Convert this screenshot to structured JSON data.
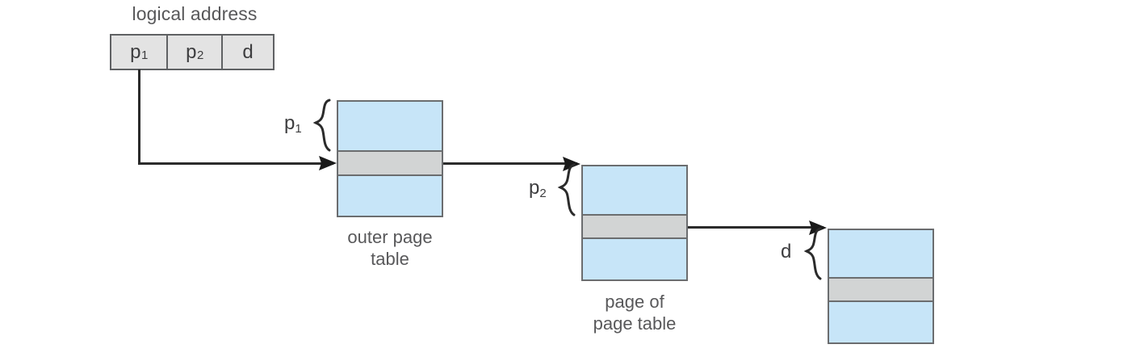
{
  "diagram": {
    "title": "two-level paging address translation",
    "logical_address": {
      "caption": "logical address",
      "fields": [
        {
          "name": "p1",
          "label": "p",
          "subscript": "1"
        },
        {
          "name": "p2",
          "label": "p",
          "subscript": "2"
        },
        {
          "name": "d",
          "label": "d",
          "subscript": ""
        }
      ]
    },
    "blocks": [
      {
        "id": "outer-page-table",
        "caption": "outer page\ntable",
        "index_label": "p",
        "index_subscript": "1",
        "bands": [
          "entries",
          "selected-entry",
          "entries"
        ]
      },
      {
        "id": "page-of-page-table",
        "caption": "page of\npage table",
        "index_label": "p",
        "index_subscript": "2",
        "bands": [
          "entries",
          "selected-entry",
          "entries"
        ]
      },
      {
        "id": "memory-frame",
        "caption": "",
        "index_label": "d",
        "index_subscript": "",
        "bands": [
          "entries",
          "selected-entry",
          "entries"
        ]
      }
    ],
    "colors": {
      "block_fill": "#c7e5f8",
      "selected_band_fill": "#d2d4d4",
      "block_border": "#6b6d6f",
      "address_cell_fill": "#e3e3e3",
      "address_cell_border": "#5f6163",
      "wire": "#2b2b2b",
      "caption_text": "#58585a",
      "label_text": "#3d3d3f",
      "background": "#ffffff"
    }
  }
}
